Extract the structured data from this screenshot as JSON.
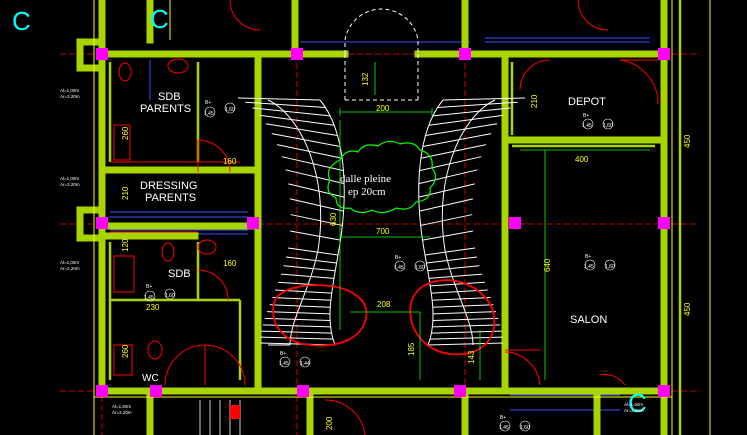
{
  "rooms": {
    "sdb_parents_1": "SDB",
    "sdb_parents_2": "PARENTS",
    "dressing_1": "DRESSING",
    "dressing_2": "PARENTS",
    "sdb": "SDB",
    "wc": "WC",
    "depot": "DEPOT",
    "salon": "SALON"
  },
  "cloud_note": {
    "line1": "dalle pleine",
    "line2": "ep 20cm"
  },
  "section_markers": {
    "top_left_1": "C",
    "top_left_2": "C",
    "bottom_right": "C"
  },
  "dimensions": {
    "d132": "132",
    "d200": "200",
    "d210_depot": "210",
    "d450_top": "450",
    "d400": "400",
    "d160_a": "160",
    "d260_a": "260",
    "d210_dressing": "210",
    "d630": "630",
    "d700": "700",
    "d120": "120",
    "d160_b": "160",
    "d230": "230",
    "d640": "640",
    "d450_bottom": "450",
    "d208": "208",
    "d185": "185",
    "d143": "143",
    "d260_b": "260",
    "d200_bottom": "200"
  },
  "window_notes": {
    "a1": "Al=1,00m",
    "a1b": "Ar=2,20m",
    "a2": "Al=1,00m",
    "a2b": "Ar=2,20m",
    "a3": "Al=1,00m",
    "a3b": "Ar=2,20m",
    "a4": "Al=1,60m",
    "a4b": "Ar=2,20m",
    "a5": "Al=1,60m",
    "a5b": "Ar=2,20m"
  },
  "level_marks": {
    "m1_top": "B+",
    "m1_l": "1,45",
    "m1_r": "1,60",
    "m2_top": "B+",
    "m2_l": "1,45",
    "m2_r": "1,60",
    "m3_top": "B+",
    "m3_l": "1,45",
    "m3_r": "1,60",
    "m4_top": "B+",
    "m4_l": "1,45",
    "m4_r": "1,60",
    "m5_top": "B+",
    "m5_l": "1,45",
    "m5_r": "1,60",
    "m6_top": "B+",
    "m6_l": "1,45",
    "m6_r": "1,44",
    "m7_top": "B+",
    "m7_l": "1,45",
    "m7_r": "1,60"
  },
  "colors": {
    "wall": "#a8d400",
    "column": "#ff00ff",
    "stair": "#ffffff",
    "dimension": "#ffff00",
    "axis": "#ff0000",
    "cloud": "#00ff00",
    "highlight": "#ff0000",
    "fixture": "#ff0000",
    "marker": "#00ffff"
  }
}
